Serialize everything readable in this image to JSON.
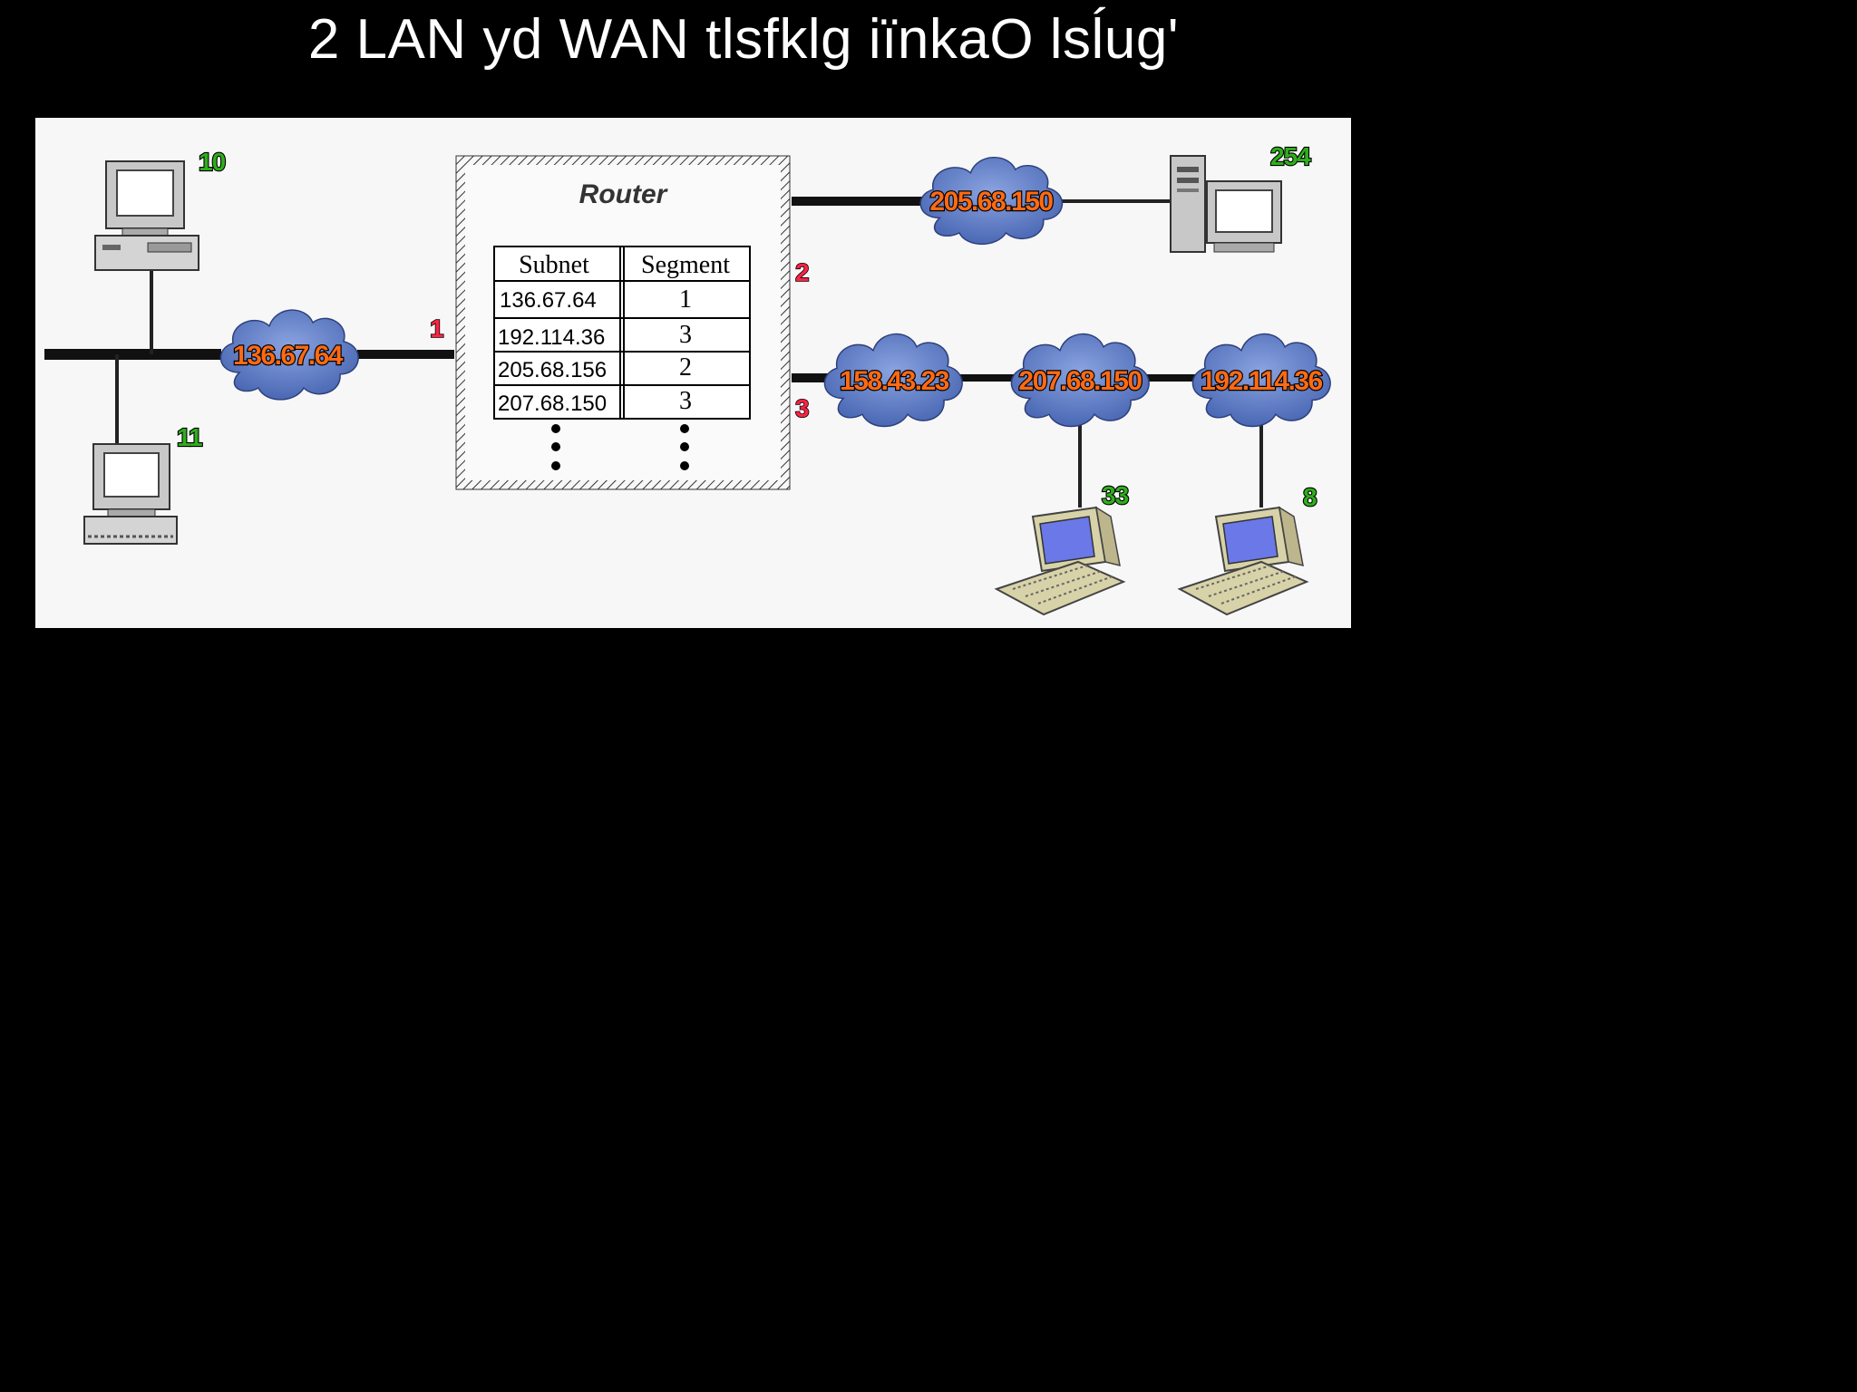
{
  "title": "2 LAN yd WAN tlsfklg  iïnkaO  lsĺug'",
  "router": {
    "label": "Router",
    "table": {
      "headers": [
        "Subnet",
        "Segment"
      ],
      "rows": [
        {
          "subnet": "136.67.64",
          "segment": "1"
        },
        {
          "subnet": "192.114.36",
          "segment": "3"
        },
        {
          "subnet": "205.68.156",
          "segment": "2"
        },
        {
          "subnet": "207.68.150",
          "segment": "3"
        }
      ]
    }
  },
  "segments": {
    "s1": "1",
    "s2": "2",
    "s3": "3"
  },
  "clouds": {
    "lan": "136.67.64",
    "top": "205.68.150",
    "c1": "158.43.23",
    "c2": "207.68.150",
    "c3": "192.114.36"
  },
  "hosts": {
    "h10": "10",
    "h11": "11",
    "h254": "254",
    "h33": "33",
    "h8": "8"
  },
  "colors": {
    "cloud": "#5b79c4",
    "cloud_label": "#ff6a12",
    "host_label": "#2fae1c",
    "segment_label": "#ff2244"
  }
}
